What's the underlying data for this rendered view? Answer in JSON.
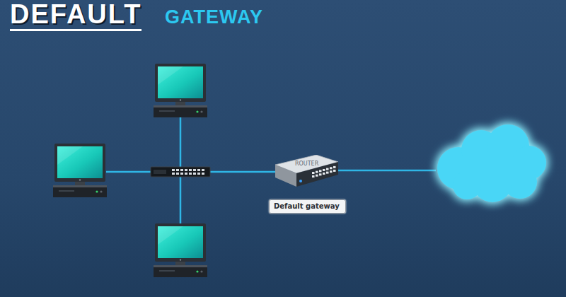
{
  "diagram": {
    "title": "DEFAULT",
    "nodes": [
      {
        "text": [
          "ROUTER"
        ]
      },
      {
        "text": [
          "Default gateway"
        ]
      }
    ],
    "labels": [
      "GATEWAY"
    ]
  }
}
